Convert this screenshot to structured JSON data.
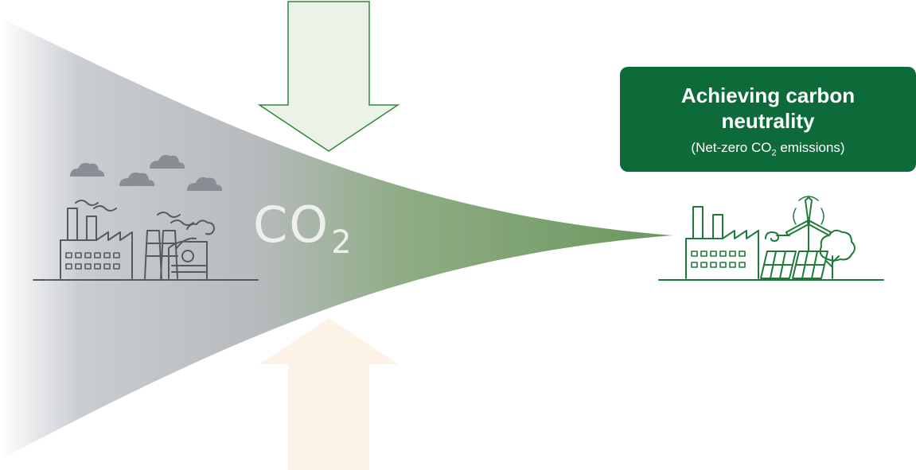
{
  "center_label": {
    "main": "CO",
    "subscript": "2"
  },
  "goal": {
    "title": "Achieving carbon neutrality",
    "subtitle_prefix": "(Net-zero CO",
    "subtitle_subscript": "2",
    "subtitle_suffix": " emissions)"
  },
  "colors": {
    "funnel_start": "#b8bcc2",
    "funnel_end": "#6e9a63",
    "reduction_arrow_fill": "#ebf2e8",
    "reduction_arrow_stroke": "#2f8a3a",
    "absorption_arrow_fill": "#fdf2e6",
    "goal_box": "#0d6b3a",
    "factory_gray": "#555a60",
    "cloud_gray": "#8a8e94",
    "factory_green": "#1f7a3c"
  },
  "icons": [
    "polluting-industry-icon",
    "clean-industry-icon"
  ]
}
